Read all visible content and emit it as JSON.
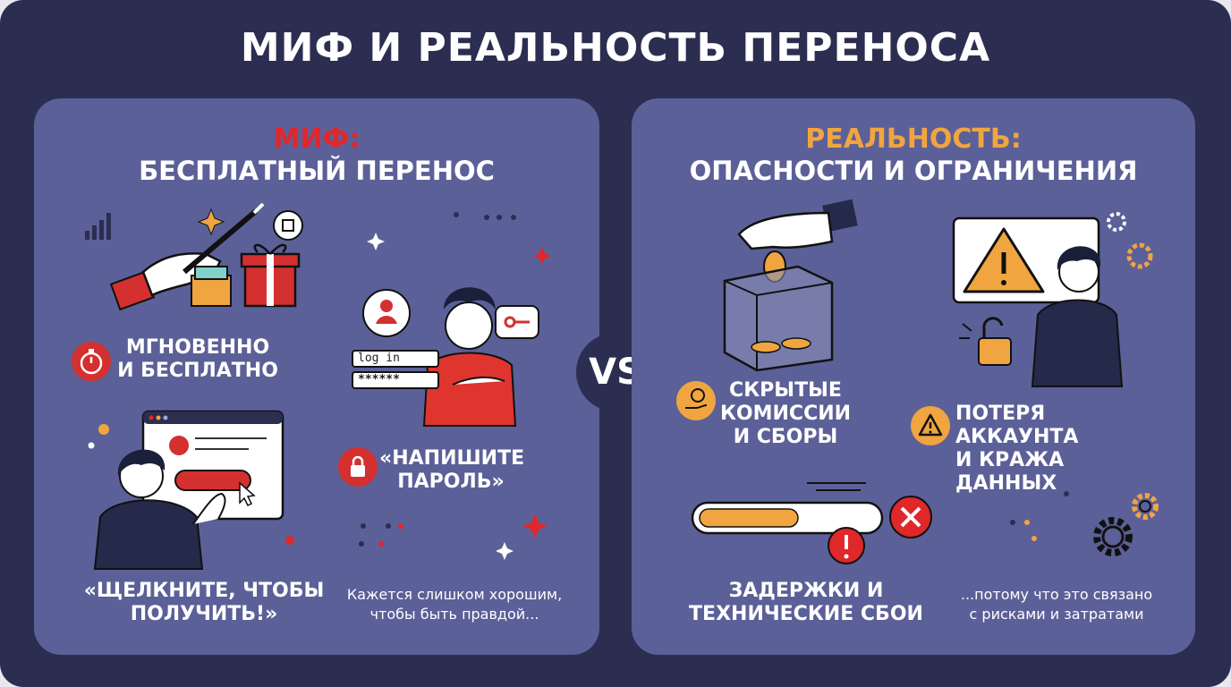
{
  "title": "МИФ И РЕАЛЬНОСТЬ ПЕРЕНОСА",
  "vs": "VS",
  "myth_panel": {
    "heading_accent": "МИФ:",
    "heading": "БЕСПЛАТНЫЙ ПЕРЕНОС",
    "instant_line1": "МГНОВЕННО",
    "instant_line2": "И БЕСПЛАТНО",
    "password_line1": "«НАПИШИТЕ",
    "password_line2": "ПАРОЛЬ»",
    "click_line1": "«ЩЕЛКНИТЕ, ЧТОБЫ",
    "click_line2": "ПОЛУЧИТЬ!»",
    "too_good_line1": "Кажется слишком хорошим,",
    "too_good_line2": "чтобы быть правдой...",
    "login_label": "log in",
    "password_mask": "******"
  },
  "reality_panel": {
    "heading_accent": "РЕАЛЬНОСТЬ:",
    "heading": "ОПАСНОСТИ И ОГРАНИЧЕНИЯ",
    "fees_line1": "СКРЫТЫЕ",
    "fees_line2": "КОМИССИИ",
    "fees_line3": "И СБОРЫ",
    "loss_line1": "ПОТЕРЯ АККАУНТА",
    "loss_line2": "И КРАЖА ДАННЫХ",
    "delay_line1": "ЗАДЕРЖКИ И",
    "delay_line2": "ТЕХНИЧЕСКИЕ СБОИ",
    "because_line1": "...потому что это связано",
    "because_line2": "с рисками и затратами"
  },
  "colors": {
    "background": "#2b2e50",
    "panel": "#5c6098",
    "myth_red": "#e0272a",
    "reality_orange": "#f0a540"
  },
  "icons": [
    "stopwatch-icon",
    "lock-icon",
    "coin-hand-icon",
    "warning-icon",
    "error-icon",
    "close-icon",
    "gear-icon",
    "gift-icon",
    "key-icon",
    "user-icon"
  ]
}
